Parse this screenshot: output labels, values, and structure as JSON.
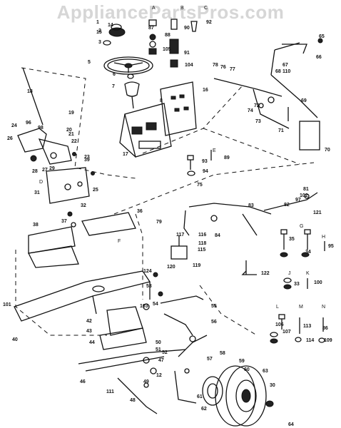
{
  "watermark": "AppliancePartsPros.com",
  "part_numbers": [
    "1",
    "2",
    "3",
    "5",
    "6",
    "7",
    "8",
    "12",
    "14",
    "15",
    "16",
    "17",
    "18",
    "19",
    "20",
    "21",
    "22",
    "23",
    "24",
    "25",
    "26",
    "27",
    "28",
    "29",
    "30",
    "31",
    "32",
    "33",
    "34",
    "35",
    "36",
    "37",
    "38",
    "39",
    "40",
    "42",
    "43",
    "44",
    "46",
    "47",
    "48",
    "49",
    "50",
    "51",
    "52",
    "53",
    "54",
    "55",
    "56",
    "57",
    "58",
    "59",
    "60",
    "61",
    "62",
    "63",
    "64",
    "65",
    "66",
    "67",
    "68",
    "69",
    "70",
    "71",
    "72",
    "73",
    "74",
    "75",
    "76",
    "77",
    "78",
    "79",
    "81",
    "82",
    "83",
    "84",
    "86",
    "87",
    "88",
    "89",
    "90",
    "91",
    "92",
    "93",
    "94",
    "95",
    "96",
    "97",
    "98",
    "100",
    "101",
    "102",
    "103",
    "104",
    "105",
    "106",
    "107",
    "109",
    "110",
    "111",
    "113",
    "114",
    "115",
    "116",
    "117",
    "118",
    "119",
    "120",
    "121",
    "122",
    "124"
  ],
  "letters": [
    "A",
    "B",
    "C",
    "D",
    "E",
    "F",
    "G",
    "H",
    "J",
    "K",
    "L",
    "M",
    "N"
  ]
}
